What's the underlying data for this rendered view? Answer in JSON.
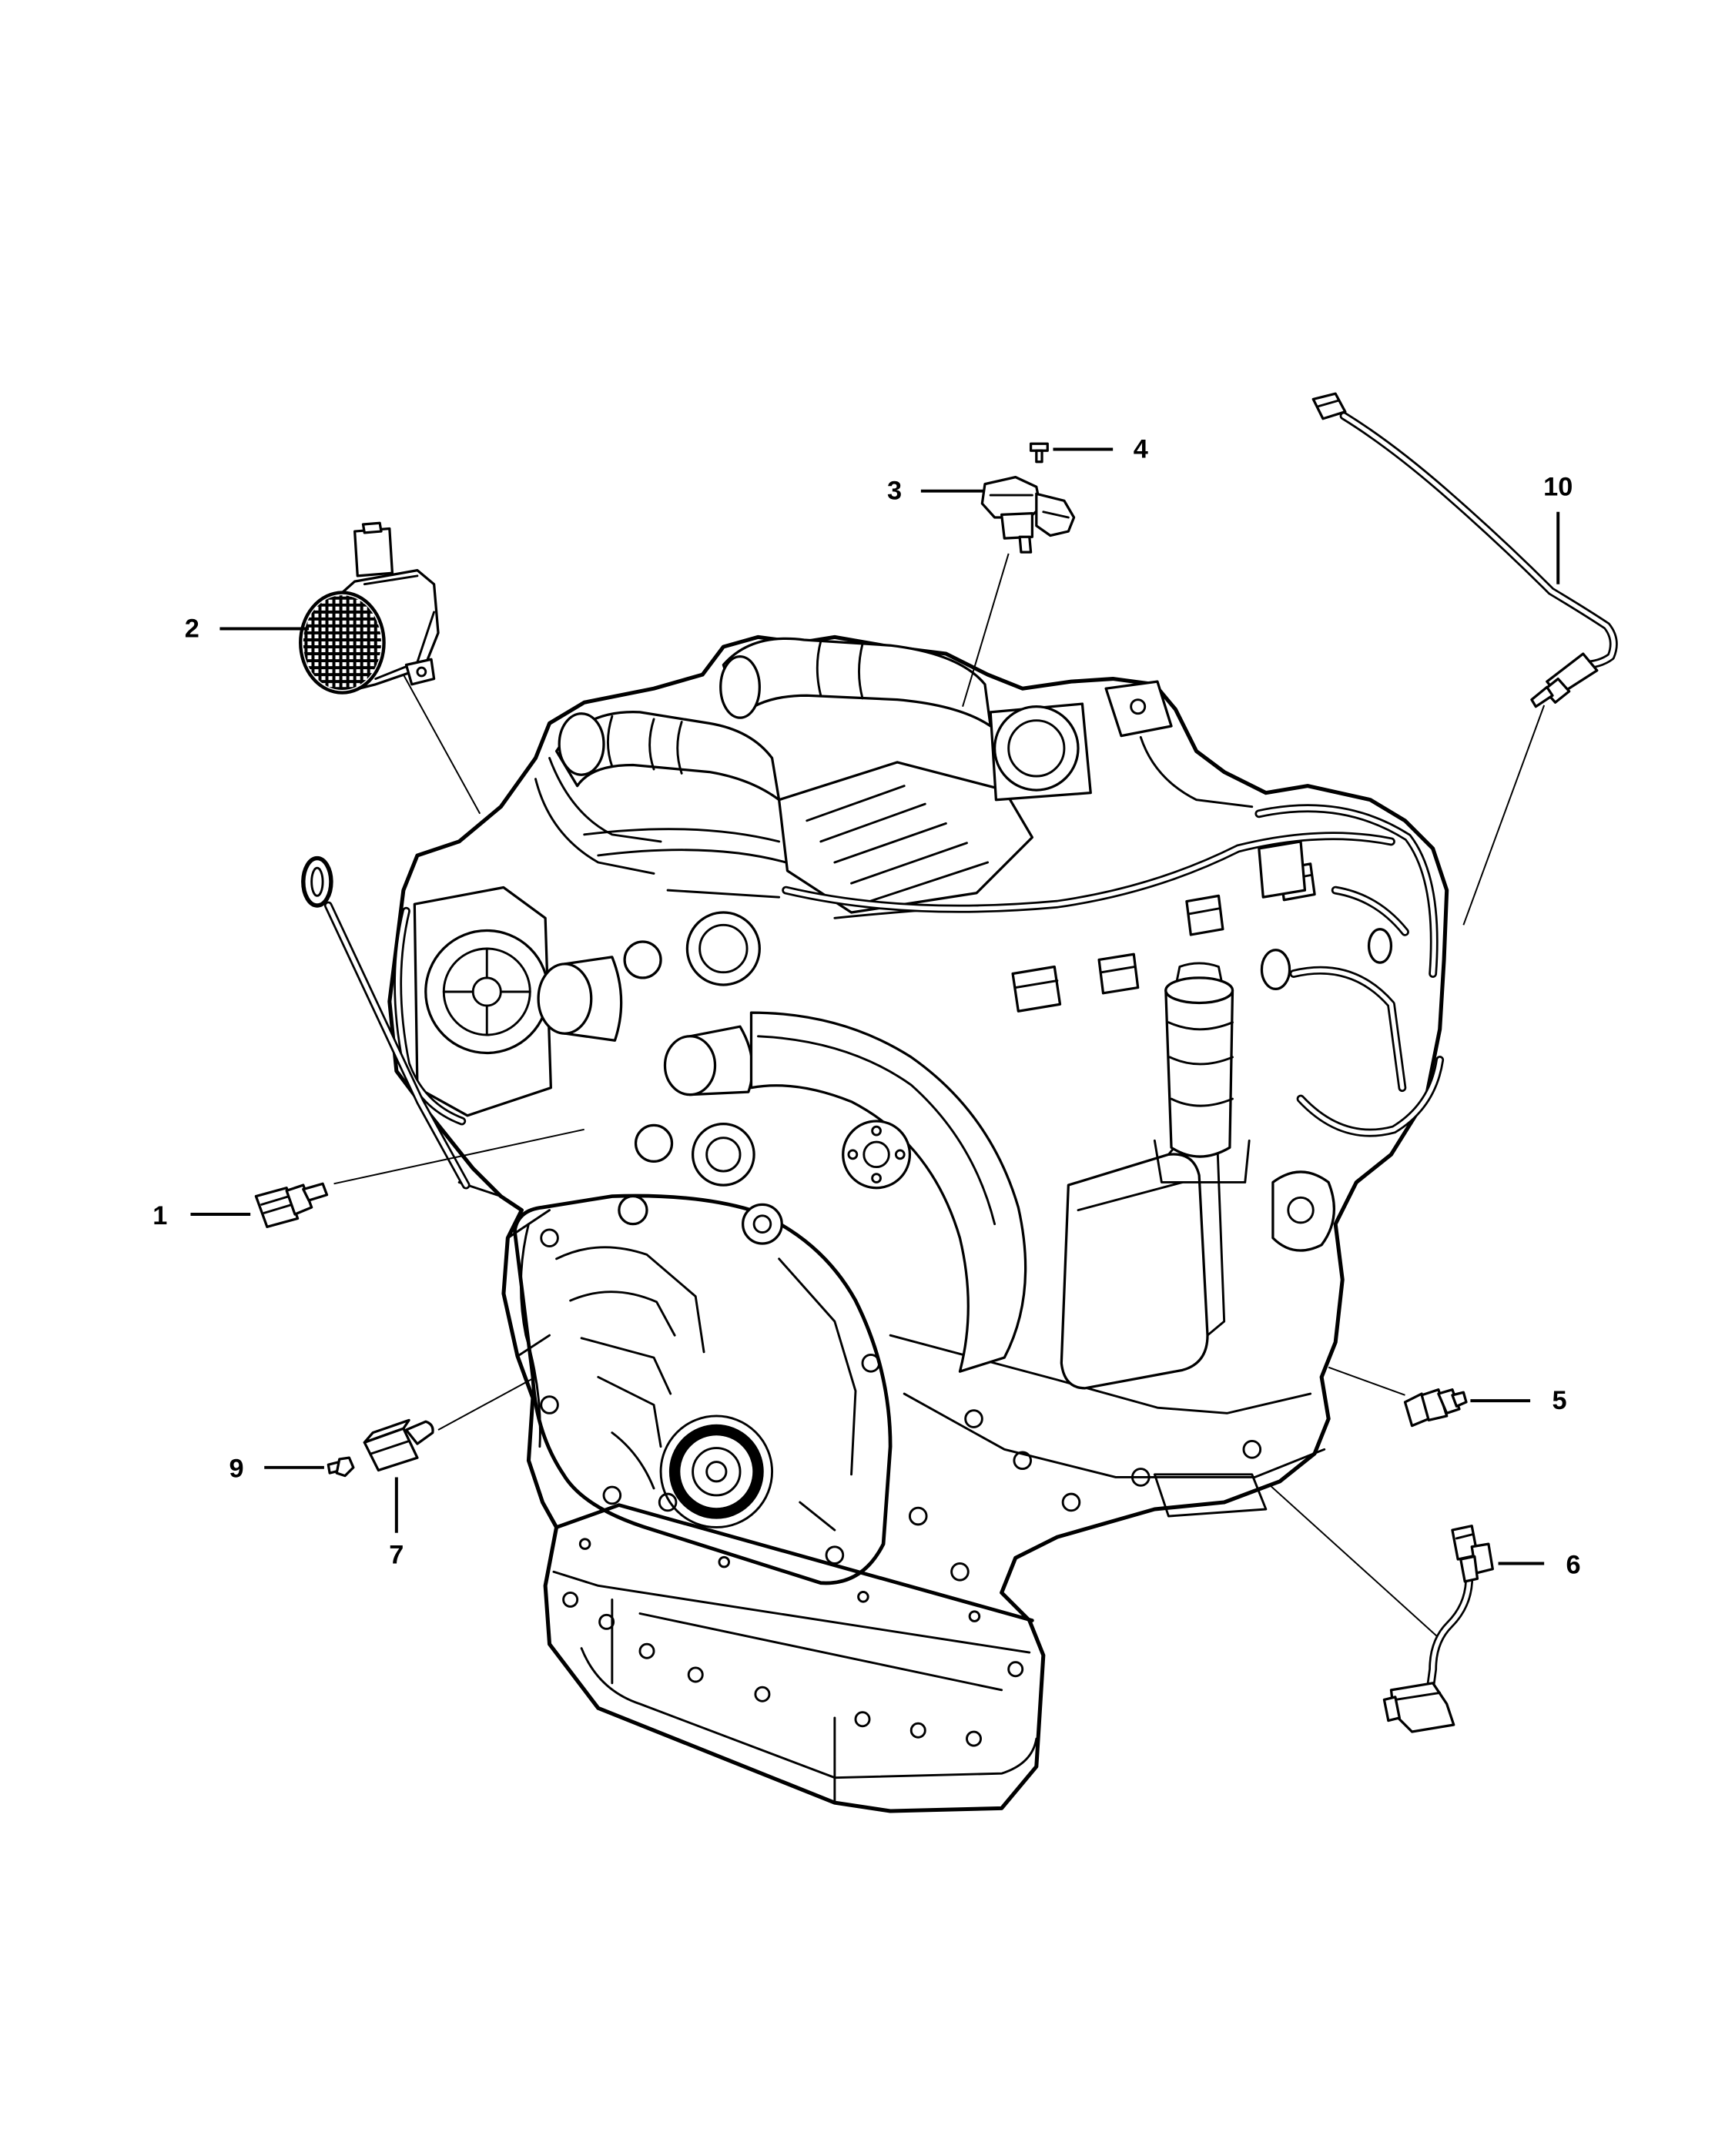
{
  "callouts": [
    {
      "label": "1"
    },
    {
      "label": "2"
    },
    {
      "label": "3"
    },
    {
      "label": "4"
    },
    {
      "label": "5"
    },
    {
      "label": "6"
    },
    {
      "label": "7"
    },
    {
      "label": "9"
    },
    {
      "label": "10"
    }
  ],
  "colors": {
    "line": "#000000",
    "background": "#ffffff"
  }
}
